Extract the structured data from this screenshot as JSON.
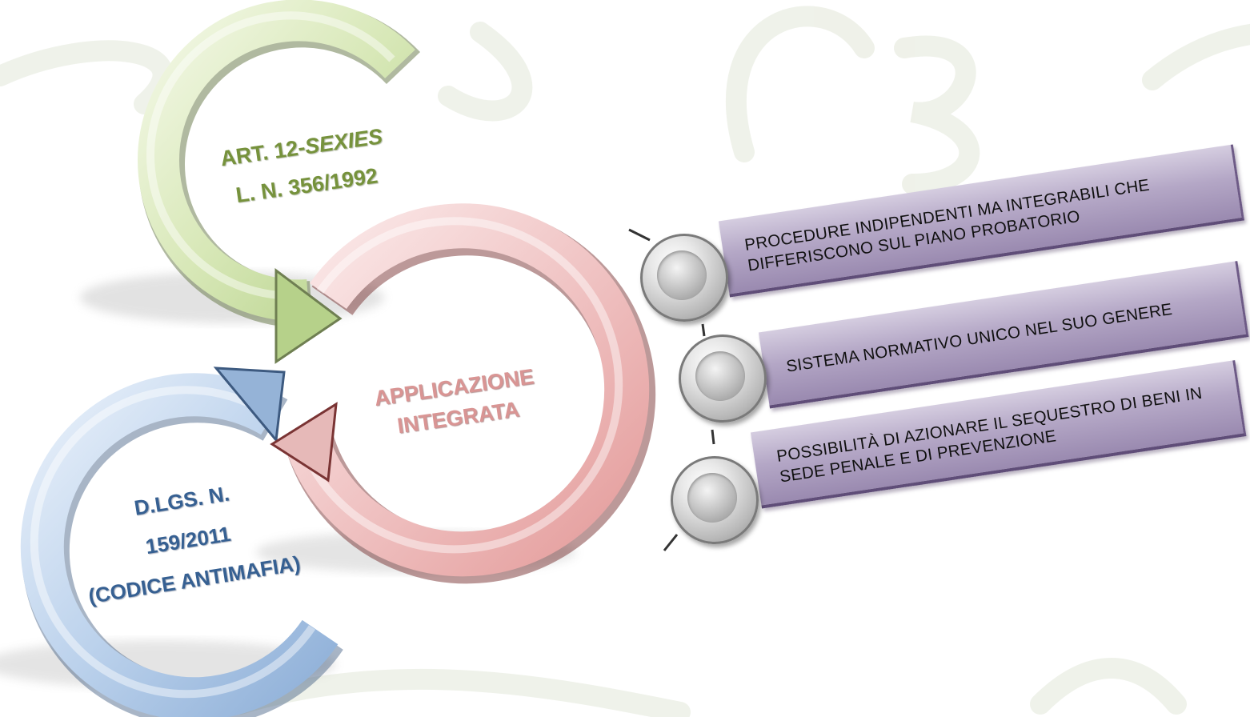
{
  "diagram": {
    "cycle": {
      "green": {
        "line1": "ART. 12-",
        "line1_italic": "SEXIES",
        "line2": "L. N. 356/1992"
      },
      "blue": {
        "line1": "D.LGS. N.",
        "line2": "159/2011",
        "line3": "(CODICE ANTIMAFIA)"
      },
      "center": {
        "line1": "APPLICAZIONE",
        "line2": "INTEGRATA"
      }
    },
    "items": [
      {
        "text": "PROCEDURE INDIPENDENTI MA INTEGRABILI CHE DIFFERISCONO SUL PIANO PROBATORIO"
      },
      {
        "text": "SISTEMA NORMATIVO UNICO NEL SUO GENERE"
      },
      {
        "text": "POSSIBILITÀ DI AZIONARE IL SEQUESTRO DI BENI IN SEDE PENALE E DI PREVENZIONE"
      }
    ],
    "colors": {
      "green": "#c2d69b",
      "blue": "#95b3d7",
      "red": "#e6b9b8",
      "bar": "#b4a7c6",
      "knob": "#bfbfbf"
    }
  }
}
